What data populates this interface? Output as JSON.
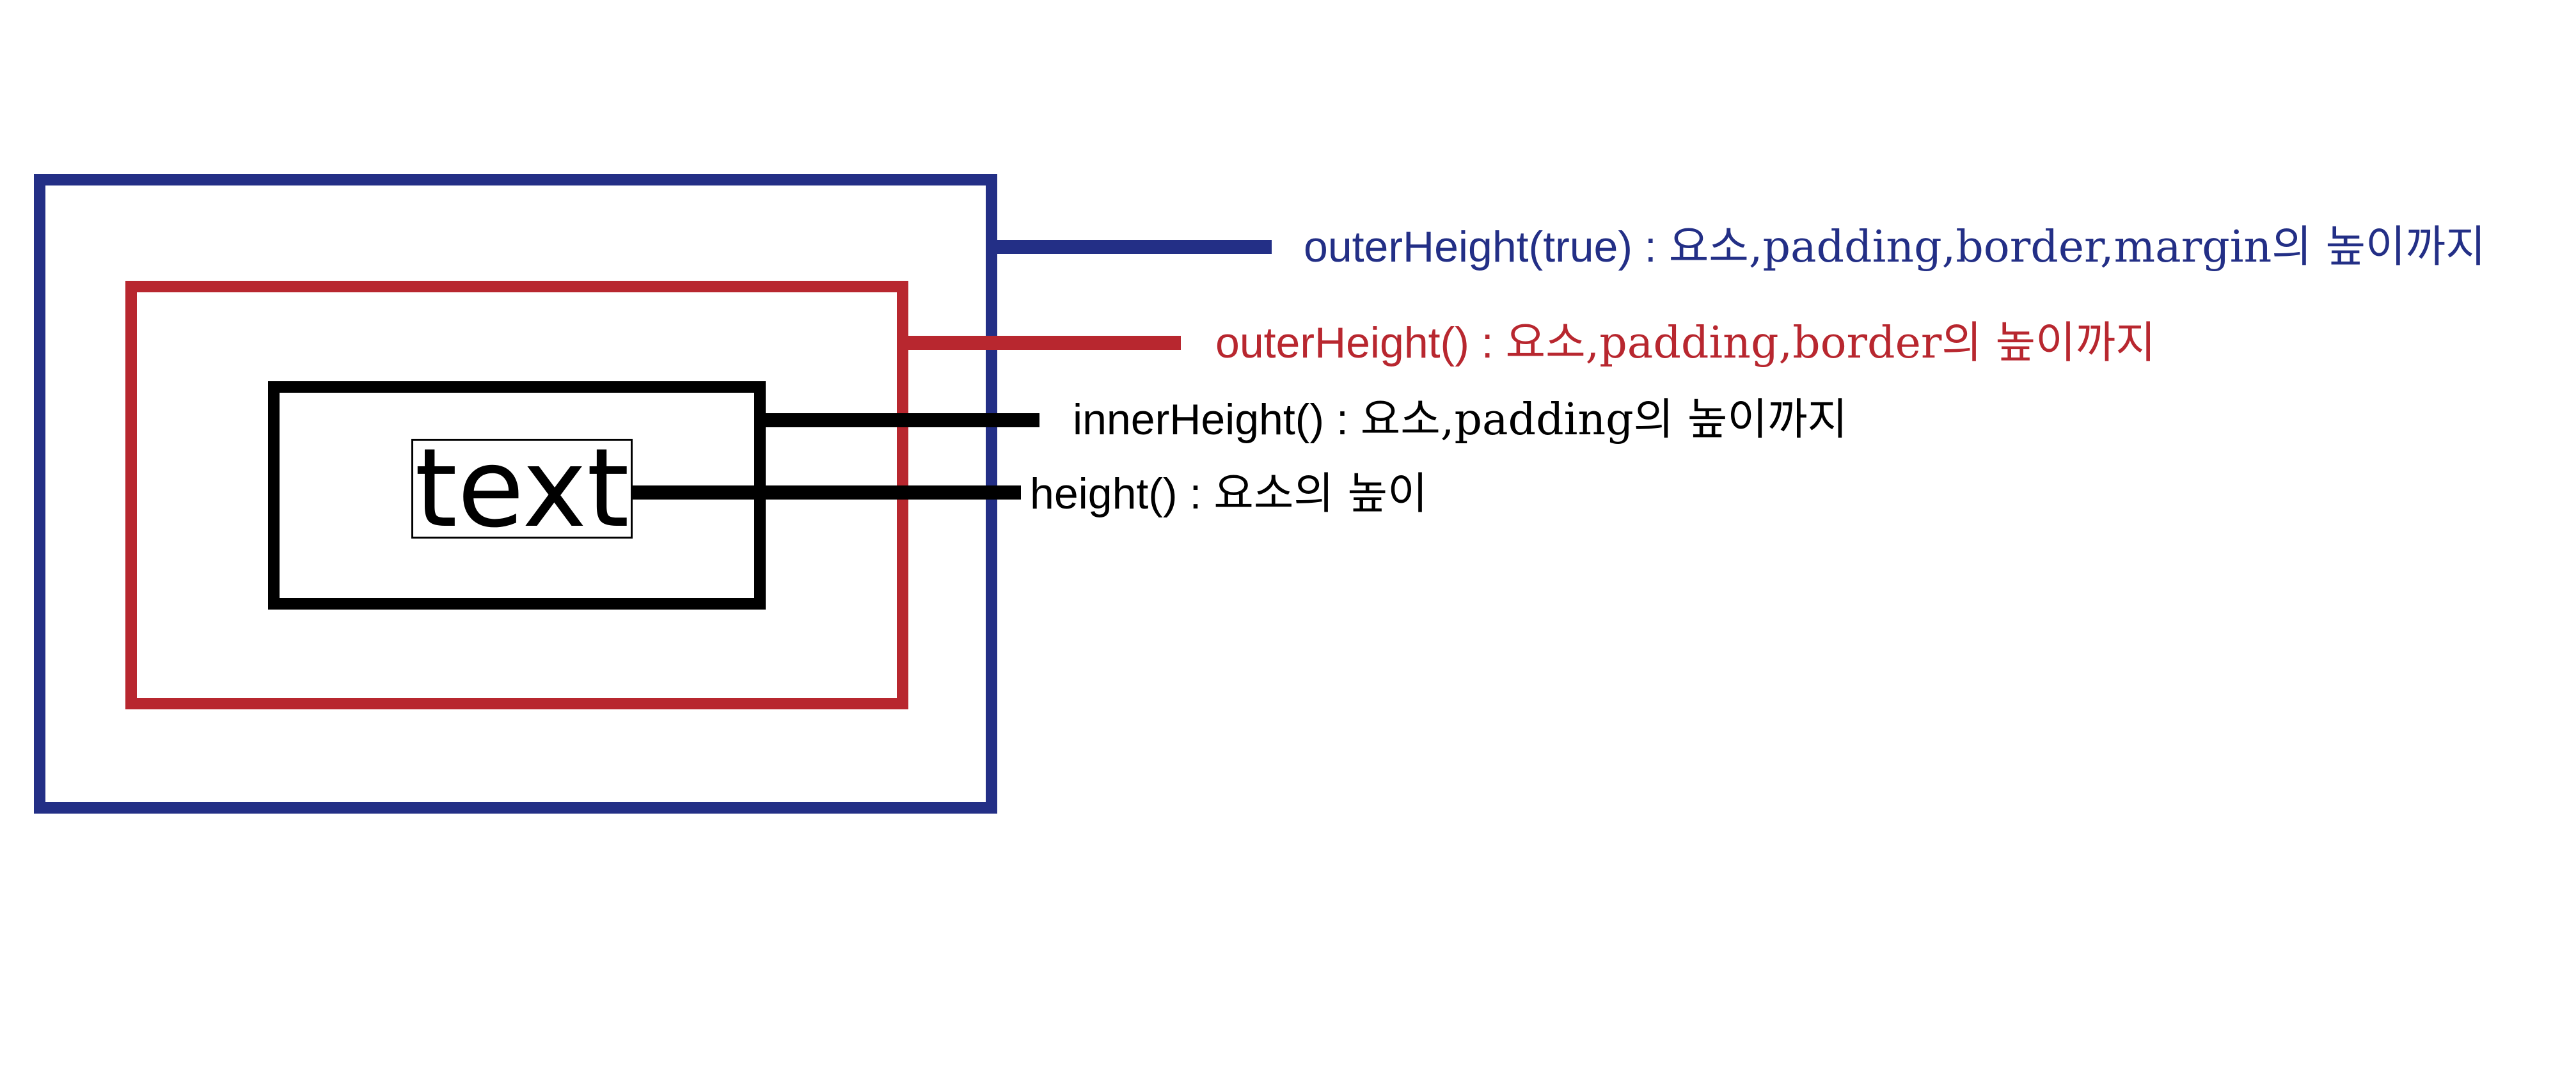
{
  "colors": {
    "margin_box": "#232f86",
    "border_box": "#b8272f",
    "padding_box": "#000000",
    "background": "#ffffff"
  },
  "content": {
    "text": "text"
  },
  "labels": {
    "outer_height_true": {
      "name": "outerHeight(true)",
      "separator": " : ",
      "description": "요소,padding,border,margin의 높이까지"
    },
    "outer_height": {
      "name": "outerHeight()",
      "separator": " : ",
      "description": "요소,padding,border의 높이까지"
    },
    "inner_height": {
      "name": "innerHeight()",
      "separator": " : ",
      "description": "요소,padding의 높이까지"
    },
    "height": {
      "name": "height()",
      "separator": " : ",
      "description": "요소의 높이"
    }
  }
}
